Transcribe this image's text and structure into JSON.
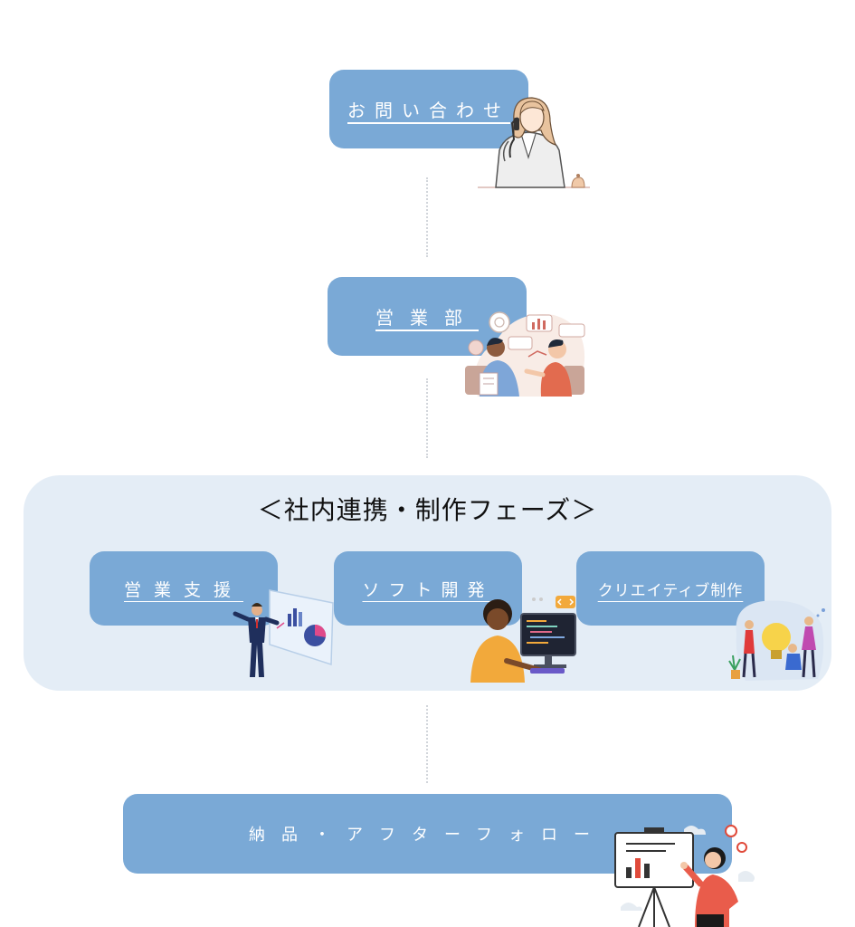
{
  "flow": {
    "inquiry": {
      "label": "お問い合わせ"
    },
    "sales": {
      "label": "営業部"
    },
    "phase": {
      "title": "＜社内連携・制作フェーズ＞",
      "items": [
        {
          "label": "営業支援"
        },
        {
          "label": "ソフト開発"
        },
        {
          "label": "クリエイティブ制作"
        }
      ]
    },
    "delivery": {
      "label": "納品・アフターフォロー"
    }
  },
  "colors": {
    "step_button": "#7aa9d6",
    "phase_panel": "#e4edf6",
    "connector": "#d2d6db"
  },
  "icons": [
    "phone-operator-illustration",
    "sales-meeting-illustration",
    "presentation-illustration",
    "programmer-illustration",
    "creative-team-illustration",
    "delivery-presenter-illustration"
  ]
}
